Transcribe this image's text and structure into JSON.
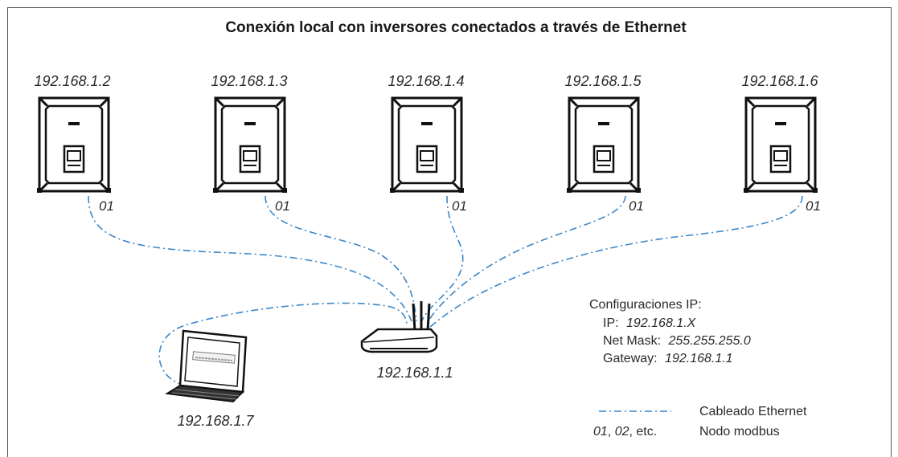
{
  "title": "Conexión local con inversores conectados a través de Ethernet",
  "inverters": [
    {
      "ip": "192.168.1.2",
      "node": "01"
    },
    {
      "ip": "192.168.1.3",
      "node": "01"
    },
    {
      "ip": "192.168.1.4",
      "node": "01"
    },
    {
      "ip": "192.168.1.5",
      "node": "01"
    },
    {
      "ip": "192.168.1.6",
      "node": "01"
    }
  ],
  "router": {
    "ip": "192.168.1.1"
  },
  "laptop": {
    "ip": "192.168.1.7"
  },
  "ip_config": {
    "heading": "Configuraciones IP:",
    "ip_label": "IP:",
    "ip_value": "192.168.1.X",
    "mask_label": "Net Mask:",
    "mask_value": "255.255.255.0",
    "gateway_label": "Gateway:",
    "gateway_value": "192.168.1.1"
  },
  "legend": {
    "cable_label": "Cableado Ethernet",
    "node_example_a": "01",
    "node_example_sep": ", ",
    "node_example_b": "02",
    "node_example_suffix": ", etc.",
    "node_label": "Nodo modbus"
  },
  "colors": {
    "cable": "#3a86c8"
  }
}
